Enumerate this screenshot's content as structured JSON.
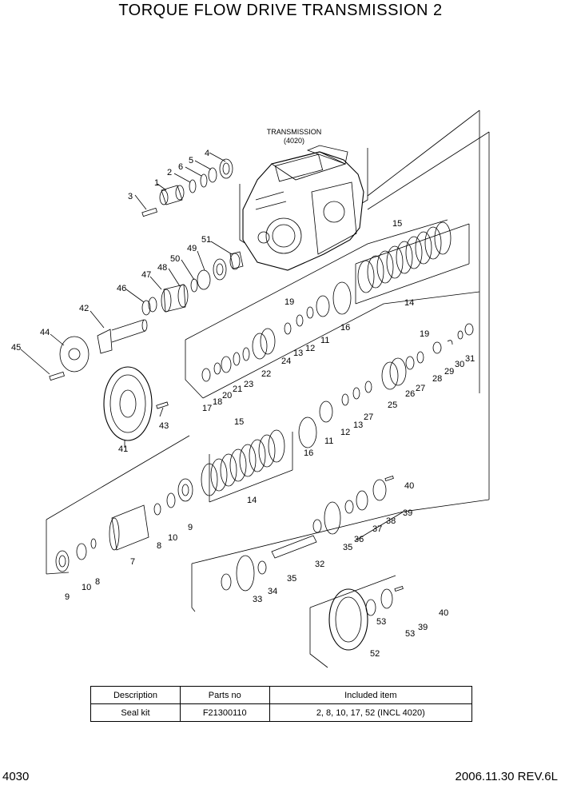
{
  "title": "TORQUE FLOW DRIVE TRANSMISSION 2",
  "transmission_label": [
    "TRANSMISSION",
    "(4020)"
  ],
  "parts": [
    {
      "id": "p1",
      "label": "1"
    },
    {
      "id": "p2",
      "label": "2"
    },
    {
      "id": "p3",
      "label": "3"
    },
    {
      "id": "p4",
      "label": "4"
    },
    {
      "id": "p5",
      "label": "5"
    },
    {
      "id": "p6",
      "label": "6"
    },
    {
      "id": "p7",
      "label": "7"
    },
    {
      "id": "p8a",
      "label": "8"
    },
    {
      "id": "p8b",
      "label": "8"
    },
    {
      "id": "p9a",
      "label": "9"
    },
    {
      "id": "p9b",
      "label": "9"
    },
    {
      "id": "p10a",
      "label": "10"
    },
    {
      "id": "p10b",
      "label": "10"
    },
    {
      "id": "p11a",
      "label": "11"
    },
    {
      "id": "p11b",
      "label": "11"
    },
    {
      "id": "p12a",
      "label": "12"
    },
    {
      "id": "p12b",
      "label": "12"
    },
    {
      "id": "p13a",
      "label": "13"
    },
    {
      "id": "p13b",
      "label": "13"
    },
    {
      "id": "p14a",
      "label": "14"
    },
    {
      "id": "p14b",
      "label": "14"
    },
    {
      "id": "p15a",
      "label": "15"
    },
    {
      "id": "p15b",
      "label": "15"
    },
    {
      "id": "p16a",
      "label": "16"
    },
    {
      "id": "p16b",
      "label": "16"
    },
    {
      "id": "p17",
      "label": "17"
    },
    {
      "id": "p18",
      "label": "18"
    },
    {
      "id": "p19a",
      "label": "19"
    },
    {
      "id": "p19b",
      "label": "19"
    },
    {
      "id": "p20",
      "label": "20"
    },
    {
      "id": "p21",
      "label": "21"
    },
    {
      "id": "p22",
      "label": "22"
    },
    {
      "id": "p23",
      "label": "23"
    },
    {
      "id": "p24",
      "label": "24"
    },
    {
      "id": "p25",
      "label": "25"
    },
    {
      "id": "p26",
      "label": "26"
    },
    {
      "id": "p27a",
      "label": "27"
    },
    {
      "id": "p27b",
      "label": "27"
    },
    {
      "id": "p28",
      "label": "28"
    },
    {
      "id": "p29",
      "label": "29"
    },
    {
      "id": "p30",
      "label": "30"
    },
    {
      "id": "p31",
      "label": "31"
    },
    {
      "id": "p32",
      "label": "32"
    },
    {
      "id": "p33",
      "label": "33"
    },
    {
      "id": "p34",
      "label": "34"
    },
    {
      "id": "p35a",
      "label": "35"
    },
    {
      "id": "p35b",
      "label": "35"
    },
    {
      "id": "p36",
      "label": "36"
    },
    {
      "id": "p37",
      "label": "37"
    },
    {
      "id": "p38",
      "label": "38"
    },
    {
      "id": "p39a",
      "label": "39"
    },
    {
      "id": "p39b",
      "label": "39"
    },
    {
      "id": "p40a",
      "label": "40"
    },
    {
      "id": "p40b",
      "label": "40"
    },
    {
      "id": "p41",
      "label": "41"
    },
    {
      "id": "p42",
      "label": "42"
    },
    {
      "id": "p43",
      "label": "43"
    },
    {
      "id": "p44",
      "label": "44"
    },
    {
      "id": "p45",
      "label": "45"
    },
    {
      "id": "p46",
      "label": "46"
    },
    {
      "id": "p47",
      "label": "47"
    },
    {
      "id": "p48",
      "label": "48"
    },
    {
      "id": "p49",
      "label": "49"
    },
    {
      "id": "p50",
      "label": "50"
    },
    {
      "id": "p51",
      "label": "51"
    },
    {
      "id": "p52",
      "label": "52"
    },
    {
      "id": "p53a",
      "label": "53"
    },
    {
      "id": "p53b",
      "label": "53"
    }
  ],
  "kit_table": {
    "headers": [
      "Description",
      "Parts no",
      "Included item"
    ],
    "rows": [
      [
        "Seal kit",
        "F21300110",
        "2, 8, 10, 17, 52 (INCL 4020)"
      ]
    ]
  },
  "footer": {
    "page": "4030",
    "revision": "2006.11.30  REV.6L"
  }
}
